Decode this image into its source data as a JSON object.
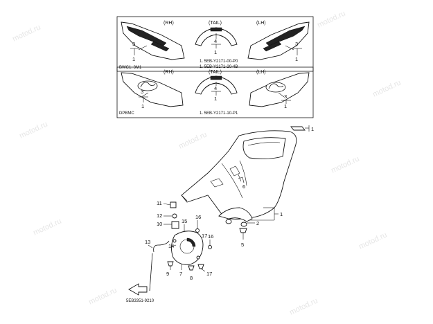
{
  "watermark": "motod.ru",
  "panels": [
    {
      "views": [
        "(RH)",
        "(TAIL)",
        "(LH)"
      ],
      "model": "BWC1, 3M1",
      "part_refs": [
        "1. 5EB-Y2171-00-P0",
        "1. 5EB-Y2171-20-4B"
      ],
      "callouts": [
        "3",
        "1",
        "4",
        "1",
        "3",
        "1"
      ]
    },
    {
      "views": [
        "(RH)",
        "(TAIL)",
        "(LH)"
      ],
      "model": "DPBMC",
      "part_refs": [
        "1. 5EB-Y2171-10-P1"
      ],
      "callouts": [
        "3",
        "1",
        "4",
        "1",
        "3",
        "1"
      ]
    }
  ],
  "callouts_main": [
    "1",
    "1",
    "2",
    "5",
    "6",
    "11",
    "12",
    "10",
    "15",
    "16",
    "13",
    "14",
    "17",
    "16",
    "9",
    "7",
    "8",
    "17"
  ],
  "drawing_number": "5EB3351-9210"
}
